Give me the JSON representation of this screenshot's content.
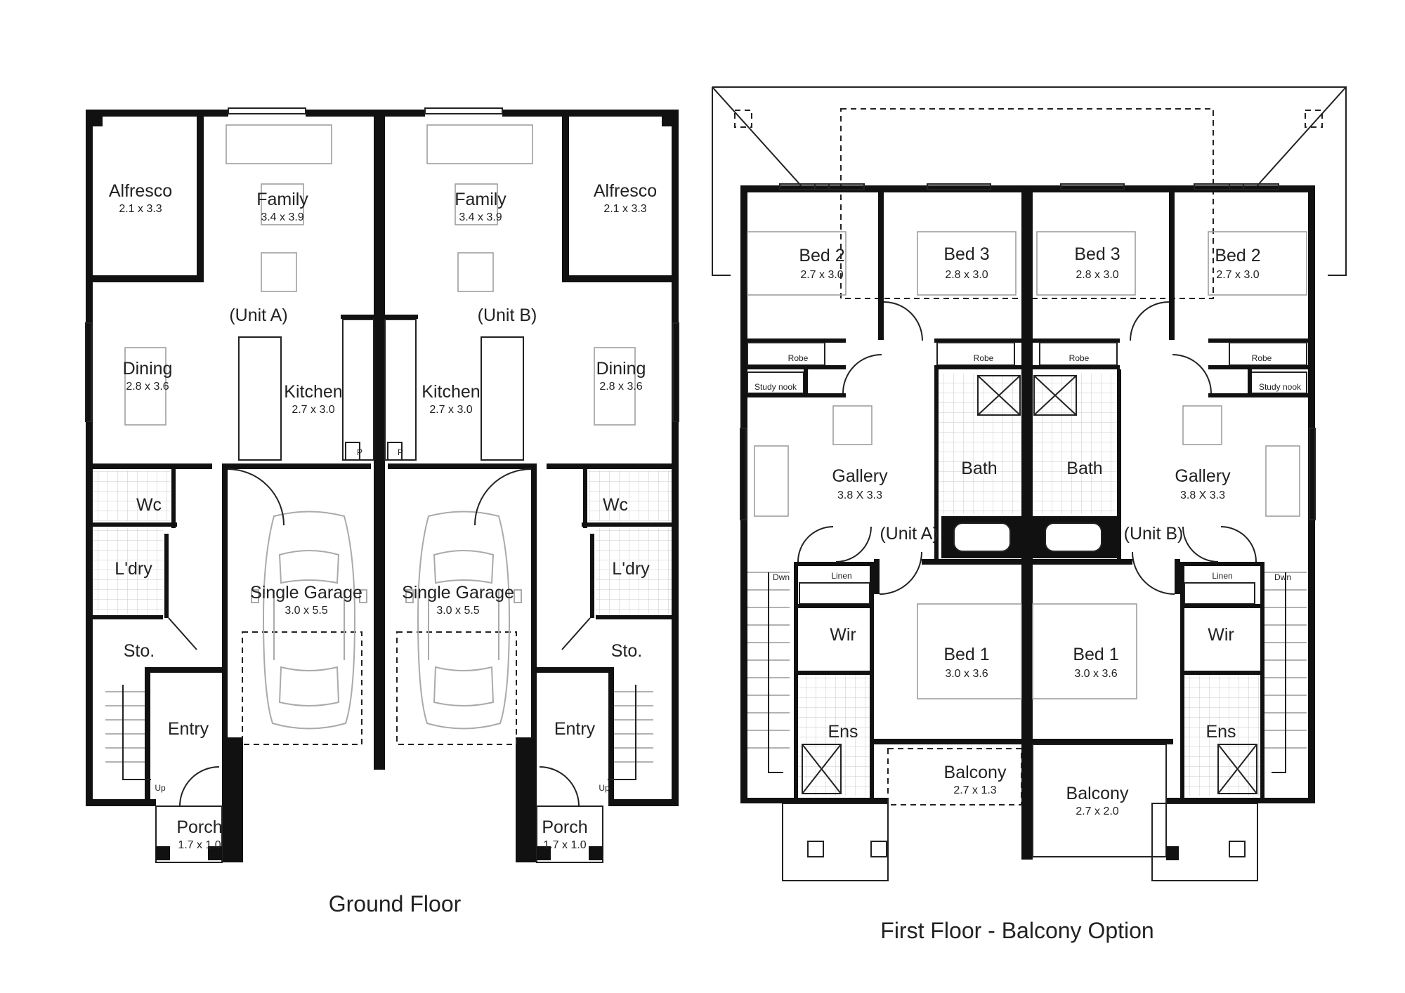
{
  "ground_floor": {
    "caption": "Ground Floor",
    "unit_a": {
      "tag": "(Unit A)",
      "alfresco": {
        "name": "Alfresco",
        "size": "2.1 x 3.3"
      },
      "family": {
        "name": "Family",
        "size": "3.4 x 3.9"
      },
      "dining": {
        "name": "Dining",
        "size": "2.8 x 3.6"
      },
      "kitchen": {
        "name": "Kitchen",
        "size": "2.7 x 3.0"
      },
      "wc": {
        "name": "Wc"
      },
      "laundry": {
        "name": "L'dry"
      },
      "store": {
        "name": "Sto."
      },
      "entry": {
        "name": "Entry"
      },
      "garage": {
        "name": "Single Garage",
        "size": "3.0 x 5.5"
      },
      "porch": {
        "name": "Porch",
        "size": "1.7 x 1.0"
      },
      "pantry": "P",
      "stair": "Up"
    },
    "unit_b": {
      "tag": "(Unit B)",
      "alfresco": {
        "name": "Alfresco",
        "size": "2.1 x 3.3"
      },
      "family": {
        "name": "Family",
        "size": "3.4 x 3.9"
      },
      "dining": {
        "name": "Dining",
        "size": "2.8 x 3.6"
      },
      "kitchen": {
        "name": "Kitchen",
        "size": "2.7 x 3.0"
      },
      "wc": {
        "name": "Wc"
      },
      "laundry": {
        "name": "L'dry"
      },
      "store": {
        "name": "Sto."
      },
      "entry": {
        "name": "Entry"
      },
      "garage": {
        "name": "Single Garage",
        "size": "3.0 x 5.5"
      },
      "porch": {
        "name": "Porch",
        "size": "1.7 x 1.0"
      },
      "pantry": "P",
      "stair": "Up"
    }
  },
  "first_floor": {
    "caption": "First Floor - Balcony Option",
    "unit_a": {
      "tag": "(Unit A)",
      "bed2": {
        "name": "Bed 2",
        "size": "2.7 x 3.0"
      },
      "bed3": {
        "name": "Bed 3",
        "size": "2.8 x 3.0"
      },
      "robe1": "Robe",
      "robe2": "Robe",
      "study": "Study nook",
      "gallery": {
        "name": "Gallery",
        "size": "3.8 X 3.3"
      },
      "bath": {
        "name": "Bath"
      },
      "linen": "Linen",
      "stair": "Dwn",
      "wir": {
        "name": "Wir"
      },
      "ens": {
        "name": "Ens"
      },
      "bed1": {
        "name": "Bed 1",
        "size": "3.0 x 3.6"
      },
      "balcony": {
        "name": "Balcony",
        "size": "2.7 x 1.3"
      }
    },
    "unit_b": {
      "tag": "(Unit B)",
      "bed2": {
        "name": "Bed 2",
        "size": "2.7 x 3.0"
      },
      "bed3": {
        "name": "Bed 3",
        "size": "2.8 x 3.0"
      },
      "robe1": "Robe",
      "robe2": "Robe",
      "study": "Study nook",
      "gallery": {
        "name": "Gallery",
        "size": "3.8 X 3.3"
      },
      "bath": {
        "name": "Bath"
      },
      "linen": "Linen",
      "stair": "Dwn",
      "wir": {
        "name": "Wir"
      },
      "ens": {
        "name": "Ens"
      },
      "bed1": {
        "name": "Bed 1",
        "size": "3.0 x 3.6"
      },
      "balcony": {
        "name": "Balcony",
        "size": "2.7 x 2.0"
      }
    }
  }
}
